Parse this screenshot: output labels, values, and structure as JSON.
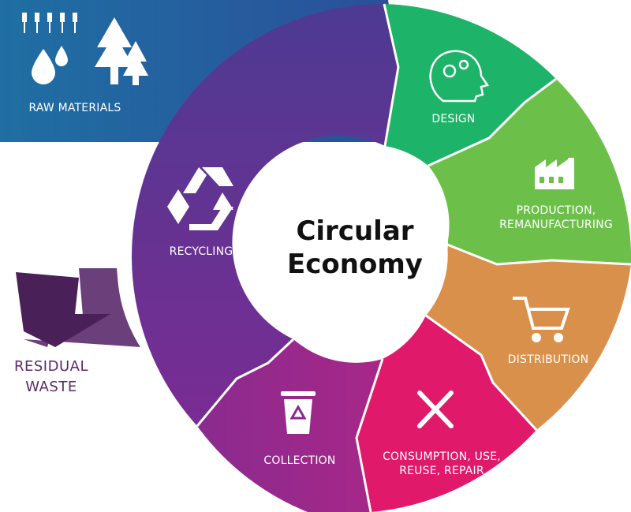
{
  "title_line1": "Circular",
  "title_line2": "Economy",
  "stages": {
    "raw_materials": "RAW MATERIALS",
    "design": "DESIGN",
    "production_1": "PRODUCTION,",
    "production_2": "REMANUFACTURING",
    "distribution": "DISTRIBUTION",
    "consumption_1": "CONSUMPTION, USE,",
    "consumption_2": "REUSE, REPAIR",
    "collection": "COLLECTION",
    "recycling": "RECYCLING"
  },
  "residual_1": "RESIDUAL",
  "residual_2": "WASTE",
  "colors": {
    "raw_materials": "#1f6fa3",
    "design": "#1db368",
    "production": "#6cc04a",
    "distribution": "#d9904a",
    "consumption": "#e0196a",
    "collection": "#8f2a8f",
    "recycling": "#5e2d93",
    "residual_arrow": "#5a2a6b"
  },
  "icons": [
    "wheat-icon",
    "water-drops-icon",
    "trees-icon",
    "head-gears-icon",
    "factory-icon",
    "shopping-cart-icon",
    "tools-icon",
    "recycle-bin-icon",
    "recycle-icon"
  ]
}
